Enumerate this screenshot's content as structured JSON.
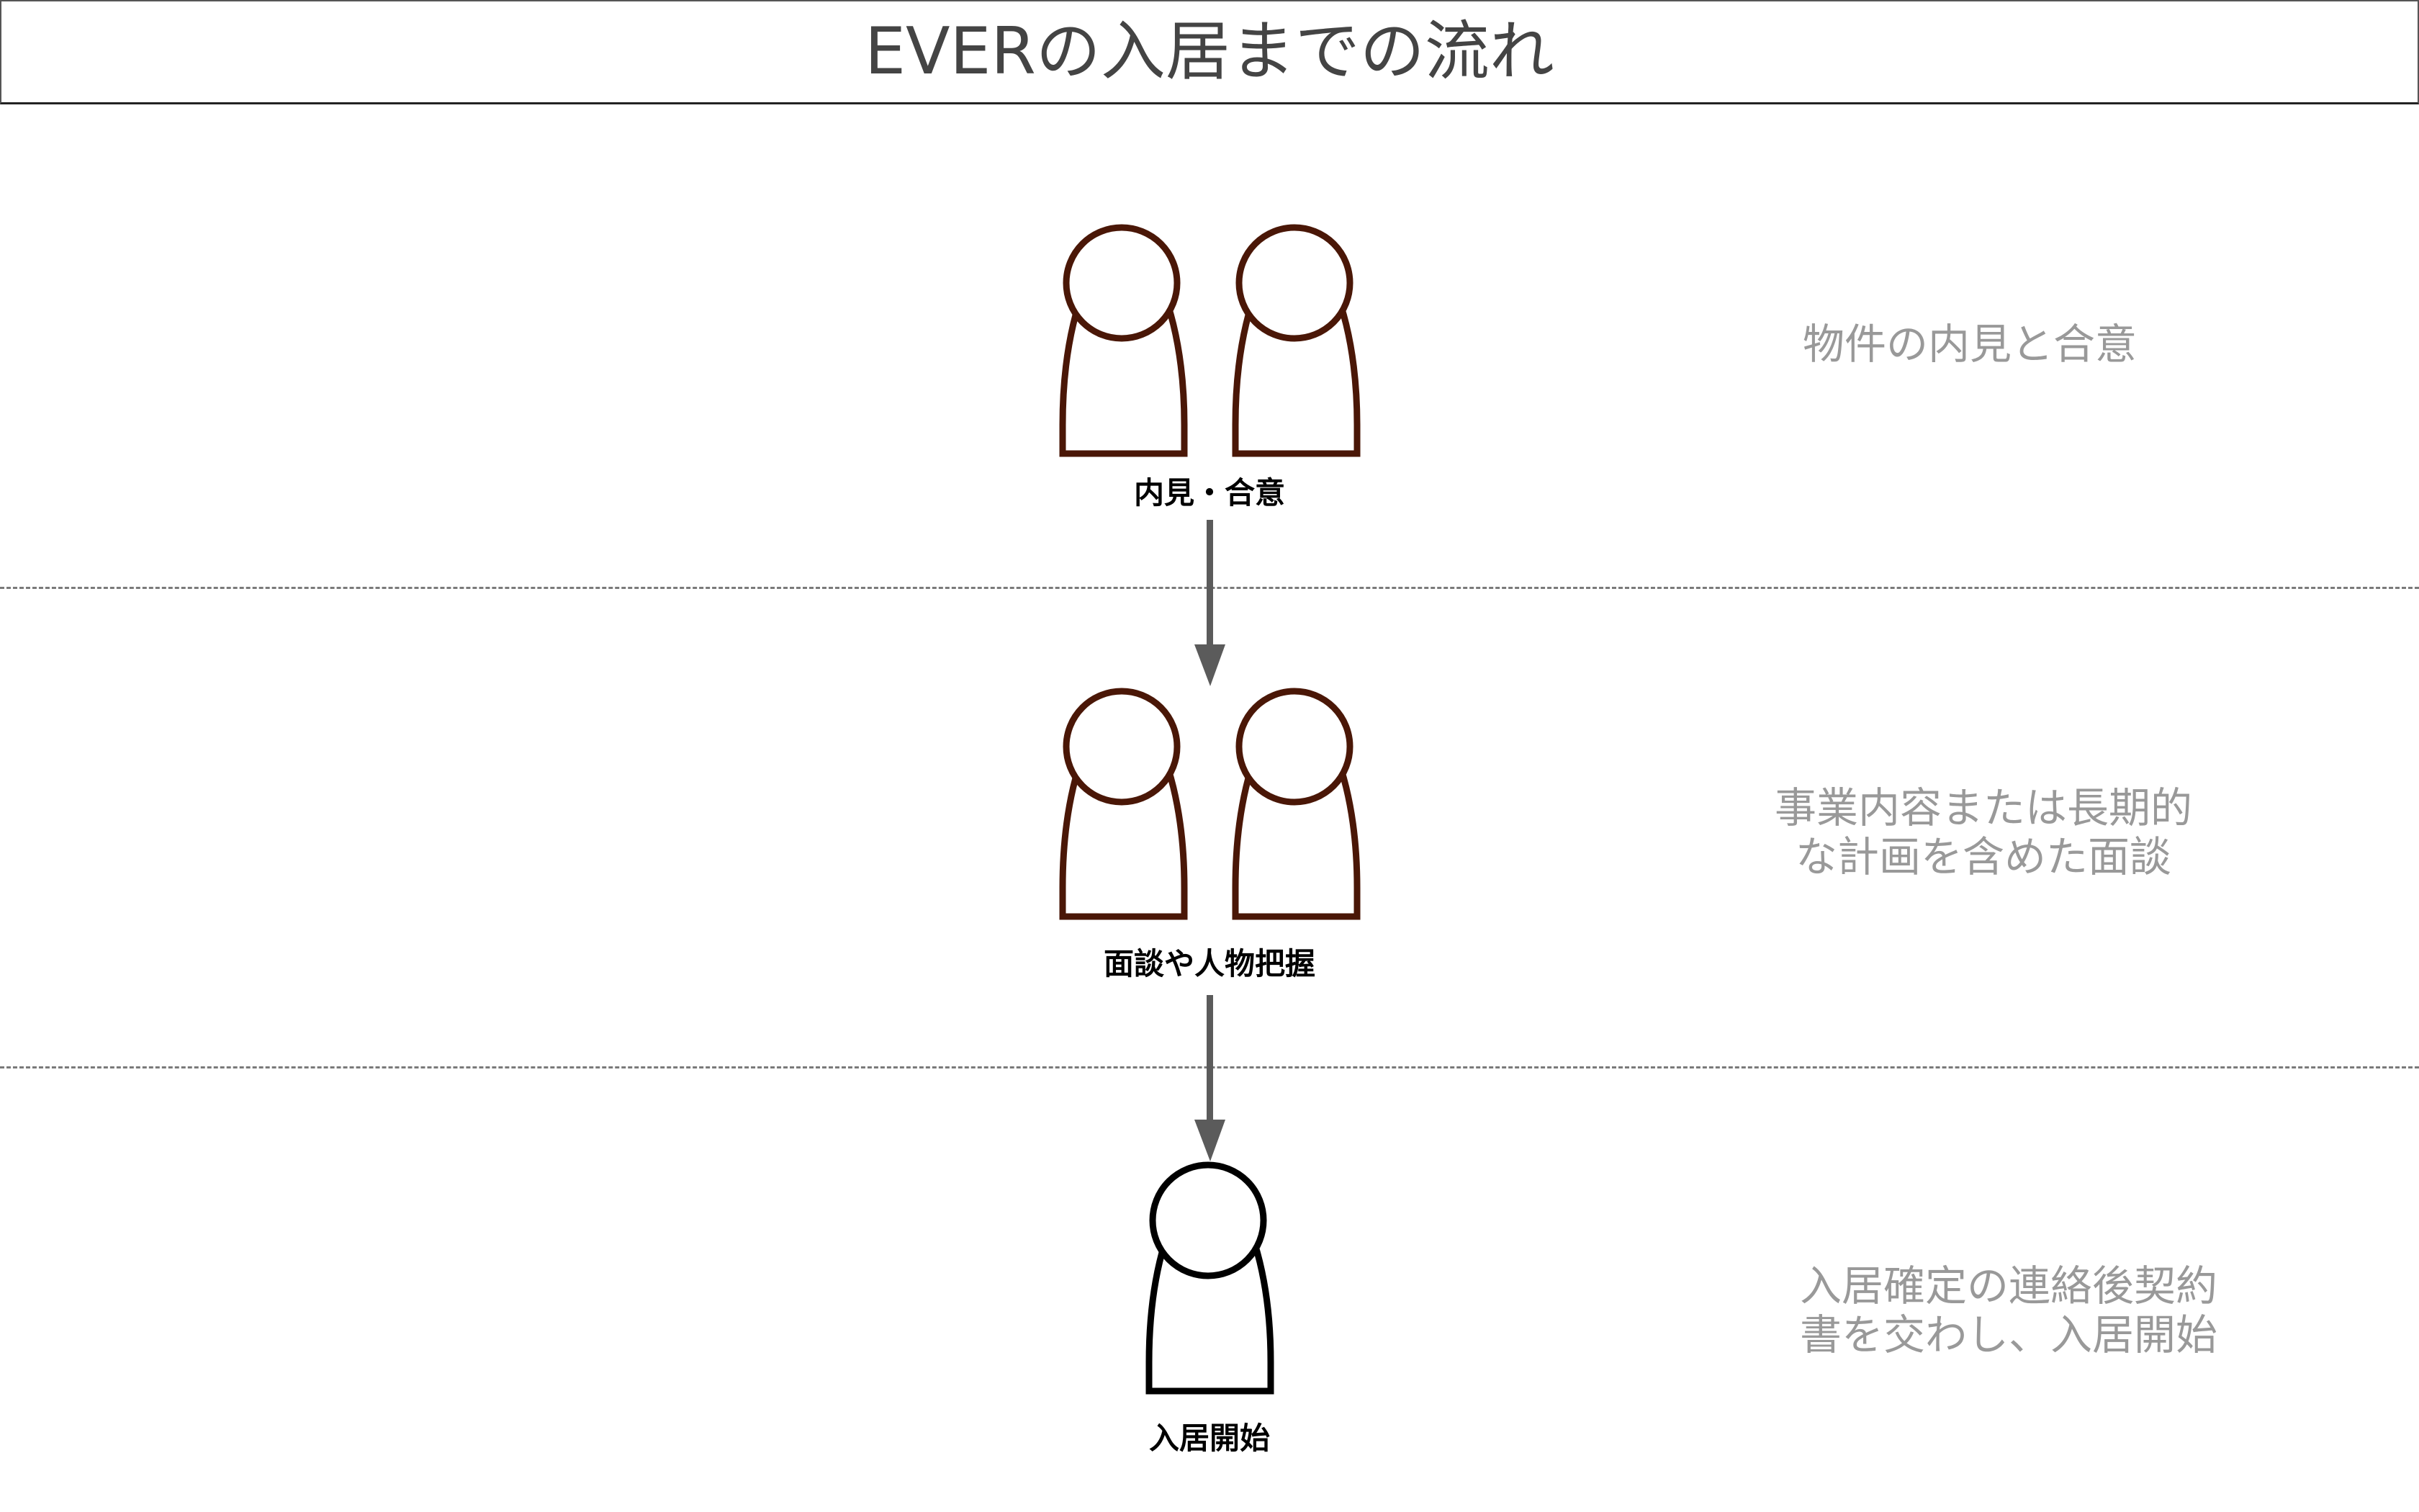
{
  "header": {
    "title": "EVERの入居までの流れ"
  },
  "colors": {
    "person_stroke_pair": "#4a1707",
    "person_stroke_single": "#000000",
    "arrow": "#5b5b5b",
    "divider": "#7a7a7a",
    "description_text": "#999999",
    "title_text": "#444444"
  },
  "steps": [
    {
      "node_label": "内見・合意",
      "icon": "two-persons-icon",
      "description_lines": [
        "物件の内見と合意"
      ]
    },
    {
      "node_label": "面談や人物把握",
      "icon": "two-persons-icon",
      "description_lines": [
        "事業内容または長期的",
        "な計画を含めた面談"
      ]
    },
    {
      "node_label": "入居開始",
      "icon": "person-icon",
      "description_lines": [
        "入居確定の連絡後契約",
        "書を交わし、入居開始"
      ]
    }
  ],
  "connectors": [
    {
      "from": "内見・合意",
      "to": "面談や人物把握",
      "icon": "arrow-down-icon"
    },
    {
      "from": "面談や人物把握",
      "to": "入居開始",
      "icon": "arrow-down-icon"
    }
  ]
}
